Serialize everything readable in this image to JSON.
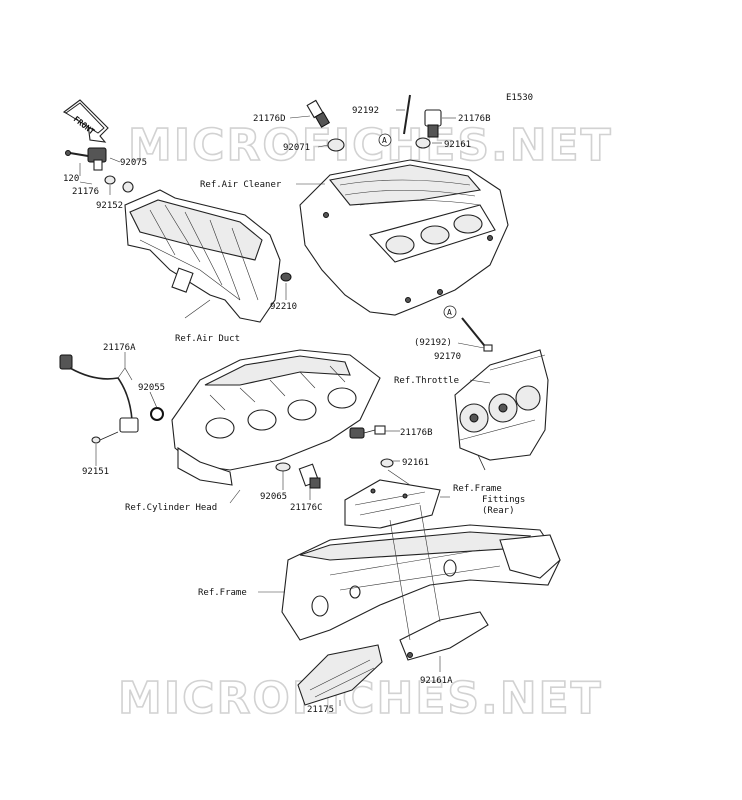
{
  "diagram_code": "E1530",
  "front_label": "FRONT",
  "watermark": "MICROFICHES.NET",
  "callout_marker": "A",
  "parts": {
    "p21176D": "21176D",
    "p92192": "92192",
    "p21176B_top": "21176B",
    "p92071": "92071",
    "p92161_top": "92161",
    "p92075": "92075",
    "p120": "120",
    "p21176": "21176",
    "p92152": "92152",
    "p92210": "92210",
    "p92192_paren": "(92192)",
    "p92170": "92170",
    "p21176A": "21176A",
    "p92055": "92055",
    "p92151": "92151",
    "p92065": "92065",
    "p21176C": "21176C",
    "p21176B_mid": "21176B",
    "p92161_mid": "92161",
    "p92161A": "92161A",
    "p21175": "21175"
  },
  "references": {
    "air_cleaner": "Ref.Air Cleaner",
    "air_duct": "Ref.Air Duct",
    "throttle": "Ref.Throttle",
    "cylinder_head": "Ref.Cylinder Head",
    "frame_fittings_1": "Ref.Frame",
    "frame_fittings_2": "Fittings",
    "frame_fittings_3": "(Rear)",
    "frame": "Ref.Frame"
  }
}
